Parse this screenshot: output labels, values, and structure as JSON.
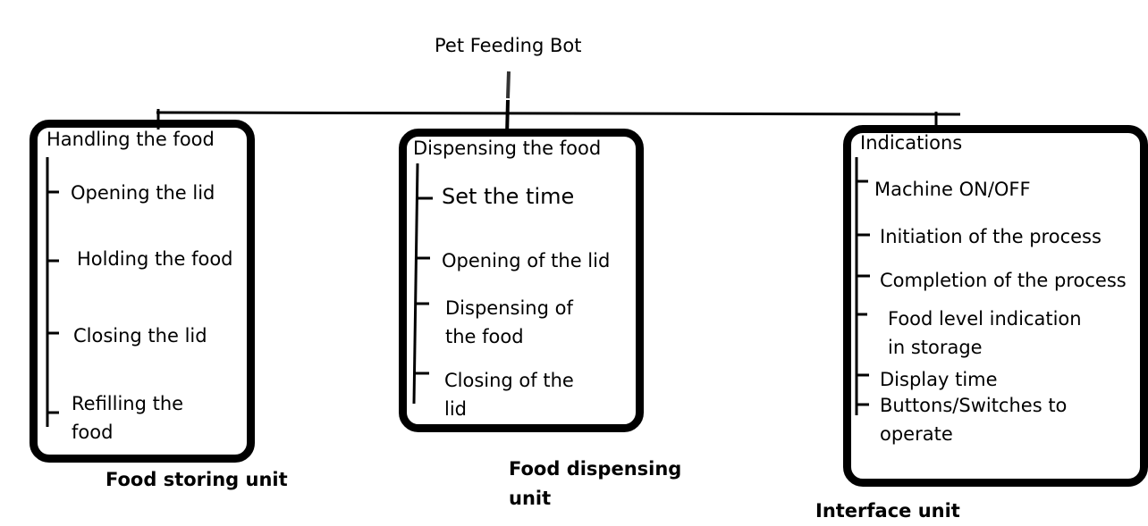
{
  "title": "Pet Feeding Bot",
  "units": [
    {
      "heading": "Handling the food",
      "items": [
        "Opening the lid",
        "Holding the food",
        "Closing the lid",
        "Refilling the\nfood"
      ],
      "caption": "Food storing unit"
    },
    {
      "heading": "Dispensing the food",
      "items": [
        "Set the time",
        "Opening of the lid",
        "Dispensing of\nthe food",
        "Closing of the\nlid"
      ],
      "caption": "Food dispensing\nunit"
    },
    {
      "heading": "Indications",
      "items": [
        "Machine ON/OFF",
        "Initiation of the process",
        "Completion of the process",
        "Food level indication\nin storage",
        "Display time",
        "Buttons/Switches to\noperate"
      ],
      "caption": "Interface unit"
    }
  ]
}
